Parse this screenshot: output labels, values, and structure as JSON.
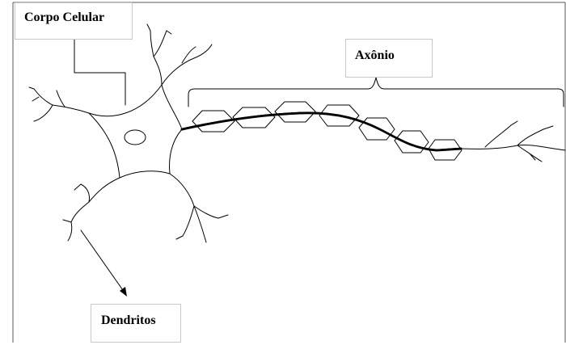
{
  "labels": {
    "corpo_celular": "Corpo Celular",
    "axonio": "Axônio",
    "dendritos": "Dendritos"
  },
  "colors": {
    "stroke": "#000000",
    "frame": "#5a5a5a",
    "box_border": "#c8c8c8",
    "background": "#ffffff"
  }
}
